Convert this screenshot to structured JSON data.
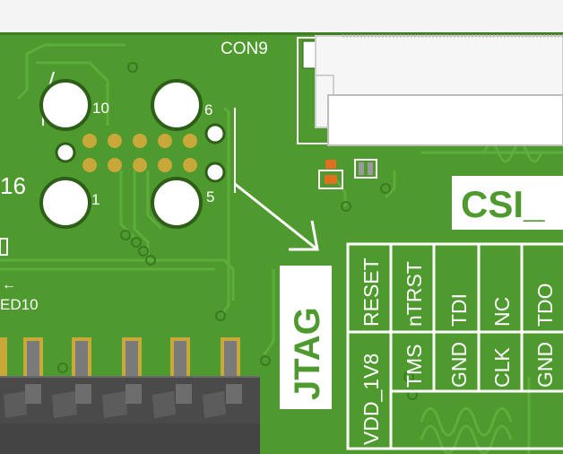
{
  "labels": {
    "connector": "CON9",
    "ref_partial": "16",
    "led_partial": "ED10",
    "pin_10": "10",
    "pin_6": "6",
    "pin_1": "1",
    "pin_5": "5",
    "jtag": "JTAG",
    "csi_partial": "CSI_"
  },
  "jtag_table": {
    "top_row": [
      "RESET",
      "nTRST",
      "TDI",
      "NC",
      "TDO"
    ],
    "bottom_row": [
      "VDD_1V8",
      "TMS",
      "GND",
      "CLK",
      "GND"
    ]
  },
  "colors": {
    "pcb": "#4f9a2e",
    "trace": "#5aa83a",
    "pad": "#c9a83a",
    "silkscreen": "#ffffff",
    "hole": "#ffffff",
    "header_body": "#4a4a4a",
    "smd_orange": "#e07020"
  }
}
